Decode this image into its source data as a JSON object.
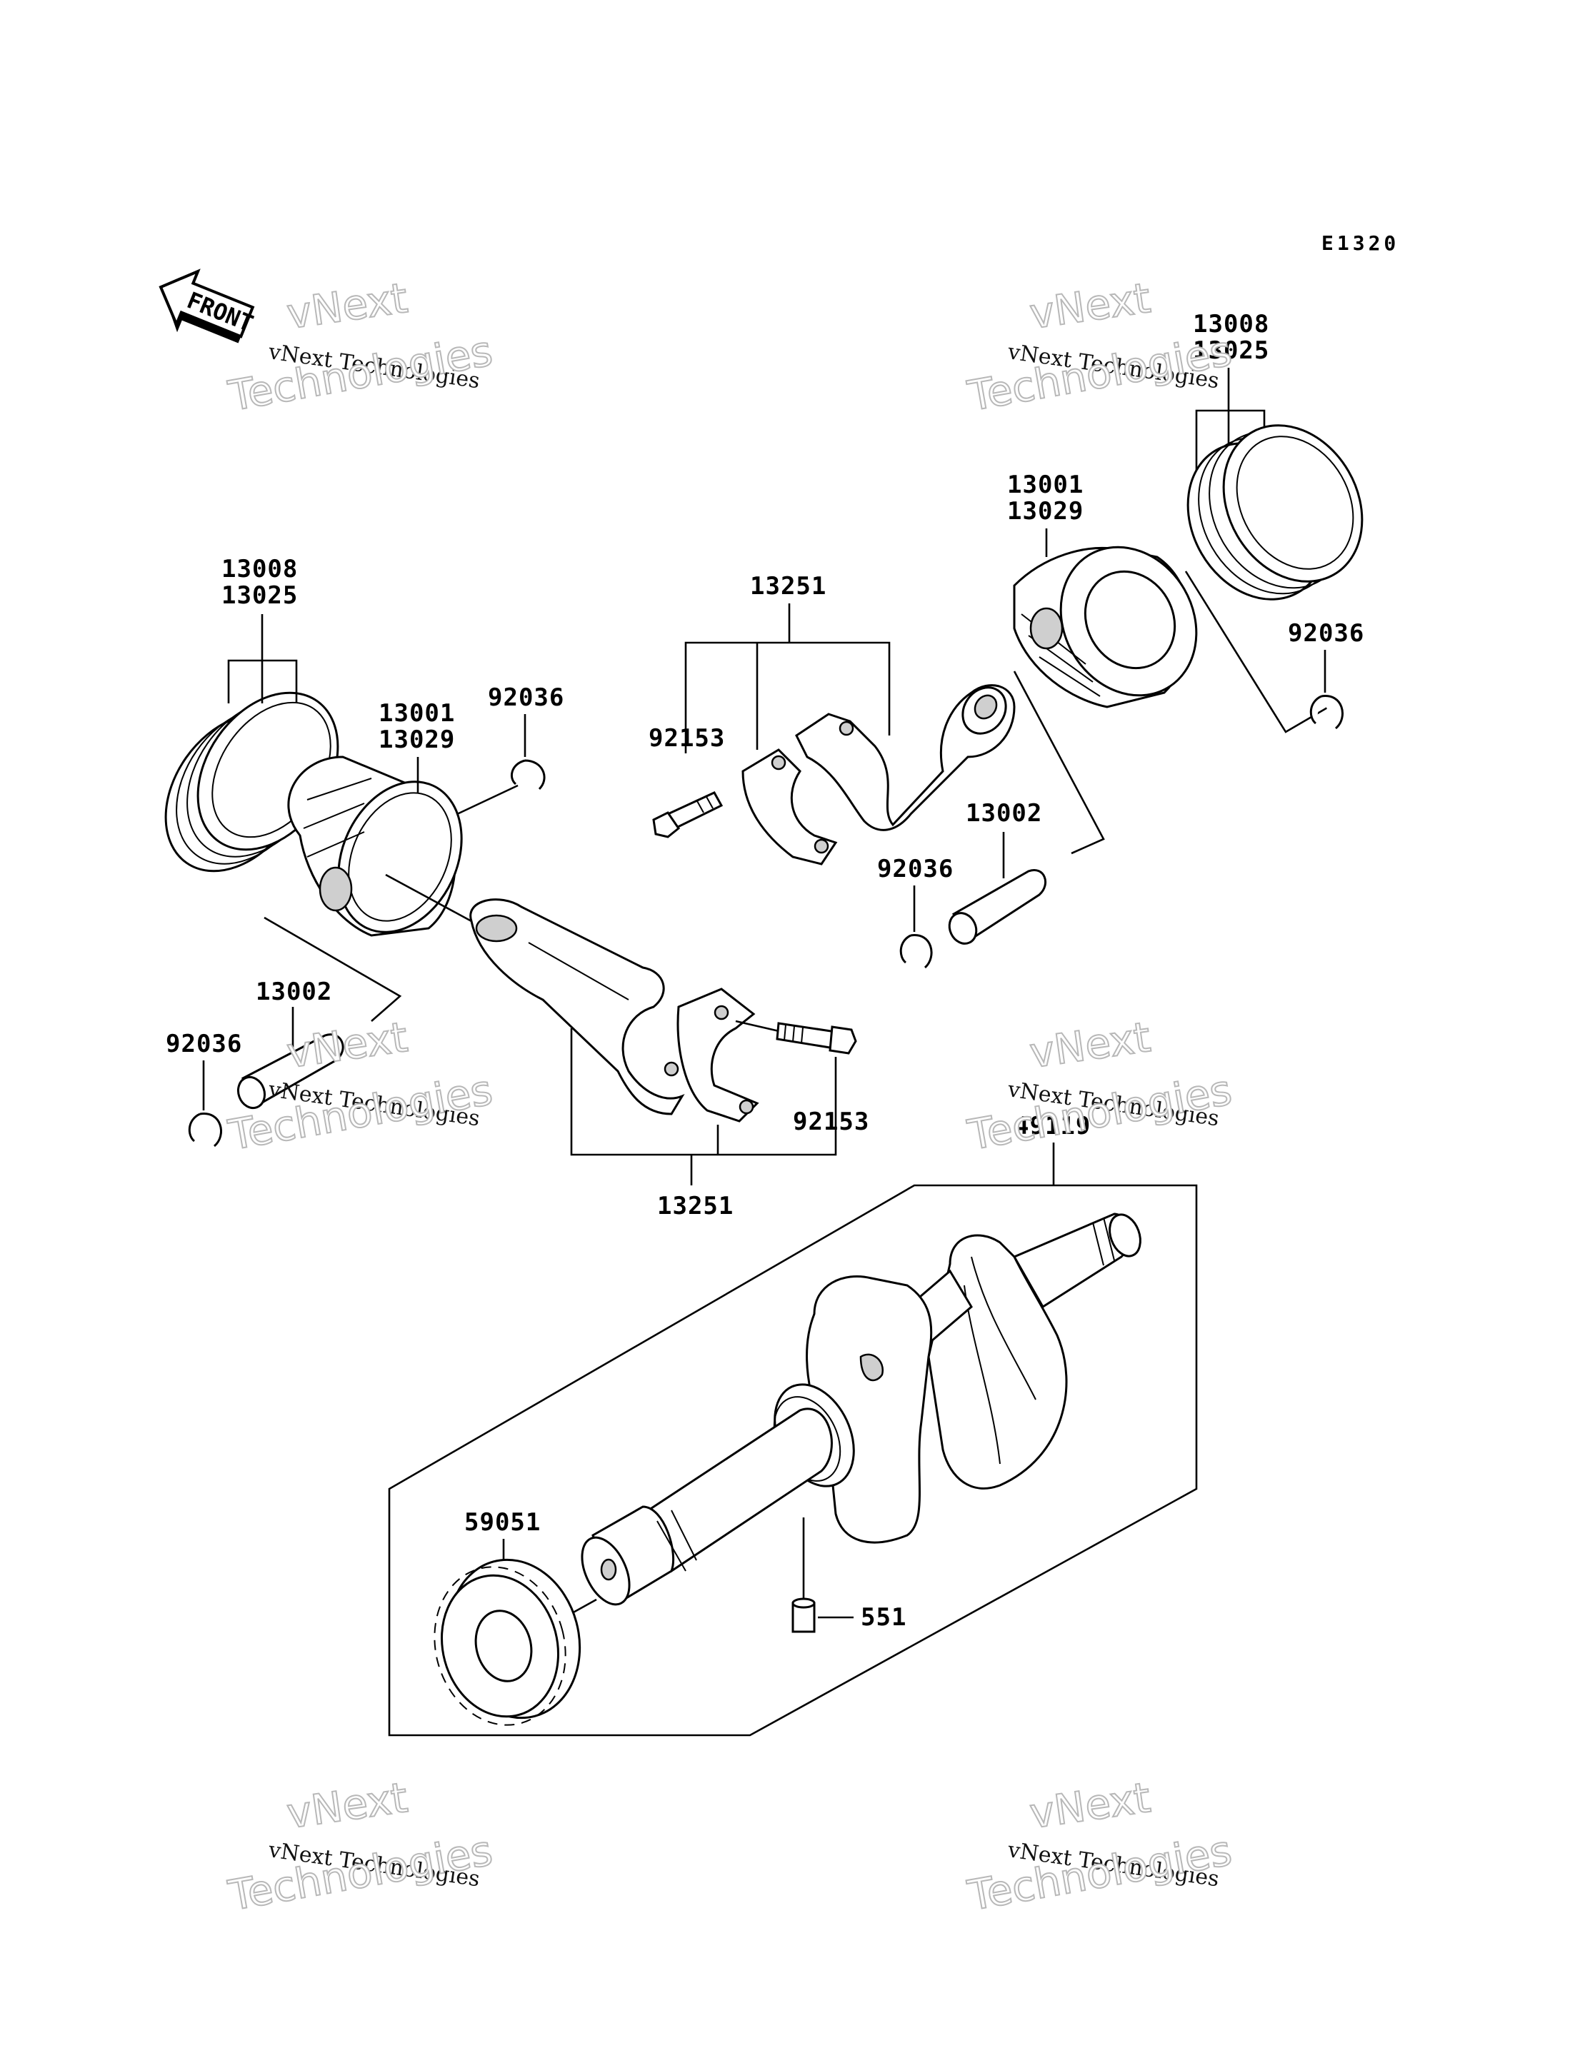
{
  "diagram_code": "E1320",
  "front_label": "FRONT",
  "watermark": {
    "line1": "vNext",
    "line2": "vNext Technologies",
    "line3": "Technologies"
  },
  "parts": {
    "rings_left_a": "13008",
    "rings_left_b": "13025",
    "piston_left_a": "13001",
    "piston_left_b": "13029",
    "clip_left_upper": "92036",
    "pin_left": "13002",
    "clip_left_lower": "92036",
    "rod_lower_bolt": "92153",
    "rod_lower": "13251",
    "rod_upper": "13251",
    "rod_upper_bolt": "92153",
    "piston_right_a": "13001",
    "piston_right_b": "13029",
    "rings_right_a": "13008",
    "rings_right_b": "13025",
    "clip_right_far": "92036",
    "pin_right": "13002",
    "clip_right_near": "92036",
    "crankshaft": "49119",
    "gear": "59051",
    "key": "551"
  }
}
